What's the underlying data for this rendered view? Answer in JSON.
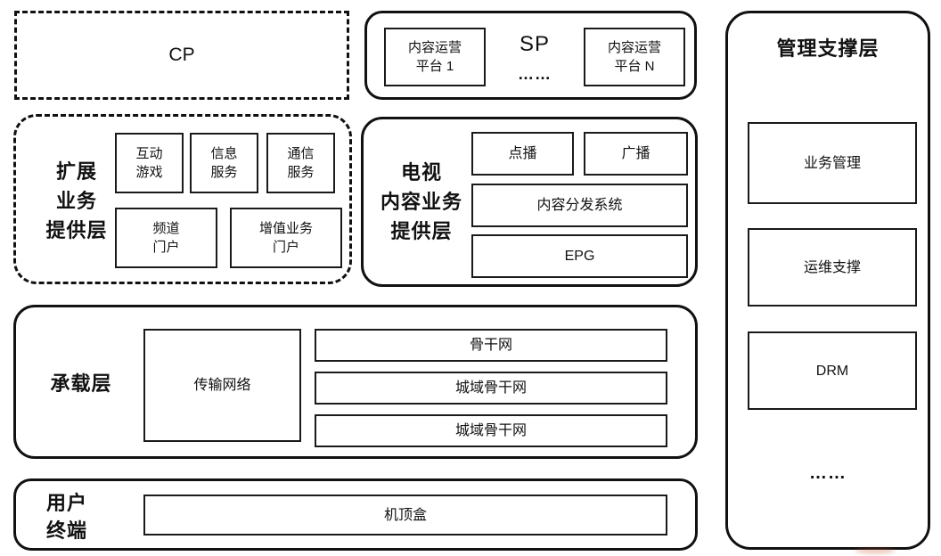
{
  "colors": {
    "line": "#111111",
    "background": "#ffffff"
  },
  "cp": {
    "label": "CP"
  },
  "sp": {
    "title": "SP",
    "ellipsis": "……",
    "platform_1": "内容运营\n平台 1",
    "platform_n": "内容运营\n平台 N"
  },
  "management": {
    "title": "管理支撑层",
    "boxes": [
      "业务管理",
      "运维支撑",
      "DRM"
    ],
    "ellipsis": "……"
  },
  "extended_layer": {
    "label": "扩展\n业务\n提供层",
    "row1": [
      "互动\n游戏",
      "信息\n服务",
      "通信\n服务"
    ],
    "row2": [
      "频道\n门户",
      "增值业务\n门户"
    ]
  },
  "tv_layer": {
    "label": "电视\n内容业务\n提供层",
    "vod": "点播",
    "broadcast": "广播",
    "cdn": "内容分发系统",
    "epg": "EPG"
  },
  "bearer_layer": {
    "label": "承载层",
    "transport": "传输网络",
    "networks": [
      "骨干网",
      "城域骨干网",
      "城域骨干网"
    ]
  },
  "terminal_layer": {
    "label": "用户\n终端",
    "stb": "机顶盒"
  }
}
